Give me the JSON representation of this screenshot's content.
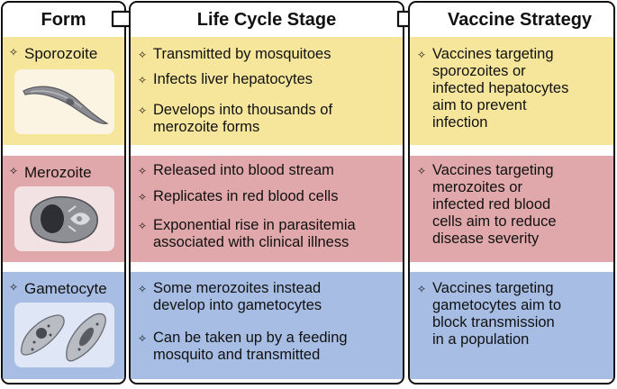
{
  "headers": {
    "form": "Form",
    "stage": "Life Cycle Stage",
    "vaccine": "Vaccine Strategy"
  },
  "bullet": "✧",
  "rows": [
    {
      "form": "Sporozoite",
      "stage": [
        "Transmitted by mosquitoes",
        "Infects liver hepatocytes",
        "Develops into thousands of\nmerozoite forms"
      ],
      "vaccine": "Vaccines targeting\nsporozoites or\ninfected hepatocytes\naim to prevent\ninfection",
      "color": "#f6e69c"
    },
    {
      "form": "Merozoite",
      "stage": [
        "Released into blood stream",
        "Replicates in red blood cells",
        "Exponential rise in parasitemia\nassociated with clinical illness"
      ],
      "vaccine": "Vaccines targeting\nmerozoites or\ninfected red blood\ncells aim to reduce\ndisease severity",
      "color": "#e0a8aa"
    },
    {
      "form": "Gametocyte",
      "stage": [
        "Some merozoites instead\ndevelop into gametocytes",
        "Can be taken up by a feeding\nmosquito and transmitted"
      ],
      "vaccine": "Vaccines targeting\ngametocytes aim to\nblock transmission\nin a population",
      "color": "#a7bde4"
    }
  ],
  "icons": [
    "sporozoite-icon",
    "merozoite-icon",
    "gametocyte-icon",
    "arrow-right-icon"
  ]
}
